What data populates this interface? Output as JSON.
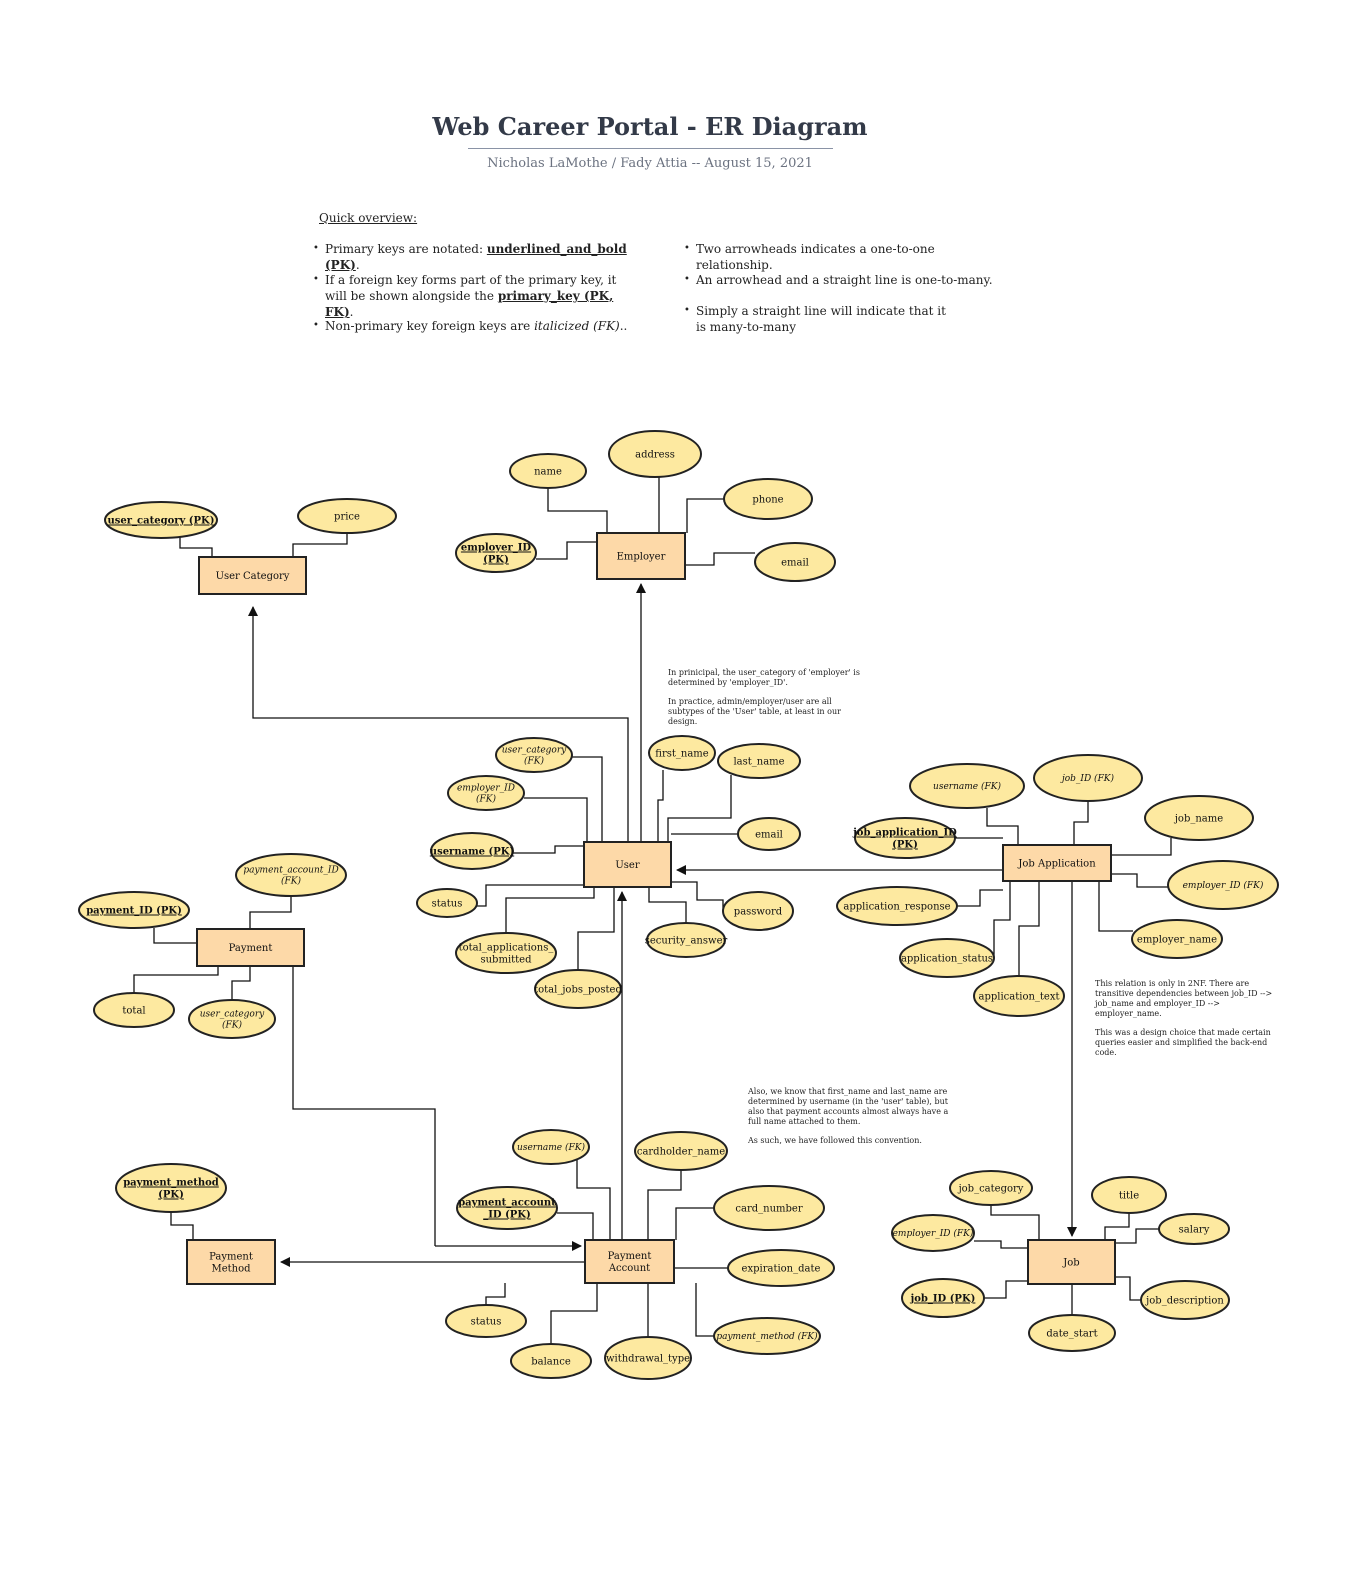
{
  "header": {
    "title": "Web Career Portal - ER Diagram",
    "subtitle": "Nicholas LaMothe / Fady Attia -- August 15, 2021"
  },
  "overview": {
    "heading": "Quick overview:",
    "left": [
      {
        "pre": "Primary keys are notated: ",
        "em": "underlined_and_bold (PK)",
        "post": "."
      },
      {
        "pre": "If a foreign key forms part of the primary key, it will be shown alongside the ",
        "em": "primary_key (PK, FK)",
        "post": "."
      },
      {
        "pre": "Non-primary key foreign keys are ",
        "em": "italicized (FK)",
        "post": ".."
      }
    ],
    "right": [
      "Two arrowheads indicates a one-to-one relationship.",
      "An arrowhead and a straight line is one-to-many.",
      "Simply a straight line will indicate that it is many-to-many"
    ]
  },
  "notes": {
    "employer": [
      "In prinicipal, the user_category of 'employer' is determined by 'employer_ID'.",
      "In practice, admin/employer/user are all subtypes of the 'User' table, at least in our design."
    ],
    "job_application": [
      "This relation is only in 2NF. There are transitive dependencies between job_ID --> job_name and employer_ID --> employer_name.",
      "This was a design choice that made certain queries easier and simplified the back-end code."
    ],
    "payment_account": [
      "Also, we know that first_name and last_name are determined by username (in the 'user' table), but also that payment accounts almost always have a full name attached to them.",
      "As such, we have followed this convention."
    ]
  },
  "colors": {
    "entity_fill": "#fdd9a8",
    "attribute_fill": "#fde9a0",
    "stroke": "#222222"
  },
  "entities": [
    {
      "id": "user_category",
      "label": "User  Category"
    },
    {
      "id": "employer",
      "label": "Employer"
    },
    {
      "id": "user",
      "label": "User"
    },
    {
      "id": "job_application",
      "label": "Job Application"
    },
    {
      "id": "payment",
      "label": "Payment"
    },
    {
      "id": "payment_method",
      "label": "Payment\nMethod"
    },
    {
      "id": "payment_account",
      "label": "Payment\nAccount"
    },
    {
      "id": "job",
      "label": "Job"
    }
  ],
  "attributes": [
    {
      "entity": "user_category",
      "label": "user_category (PK)",
      "kind": "pk"
    },
    {
      "entity": "user_category",
      "label": "price",
      "kind": "normal"
    },
    {
      "entity": "employer",
      "label": "name",
      "kind": "normal"
    },
    {
      "entity": "employer",
      "label": "address",
      "kind": "normal"
    },
    {
      "entity": "employer",
      "label": "phone",
      "kind": "normal"
    },
    {
      "entity": "employer",
      "label": "employer_ID\n(PK)",
      "kind": "pk"
    },
    {
      "entity": "employer",
      "label": "email",
      "kind": "normal"
    },
    {
      "entity": "user",
      "label": "user_category\n(FK)",
      "kind": "fk"
    },
    {
      "entity": "user",
      "label": "first_name",
      "kind": "normal"
    },
    {
      "entity": "user",
      "label": "last_name",
      "kind": "normal"
    },
    {
      "entity": "user",
      "label": "employer_ID\n(FK)",
      "kind": "fk"
    },
    {
      "entity": "user",
      "label": "email",
      "kind": "normal"
    },
    {
      "entity": "user",
      "label": "username (PK)",
      "kind": "pk"
    },
    {
      "entity": "user",
      "label": "status",
      "kind": "normal"
    },
    {
      "entity": "user",
      "label": "password",
      "kind": "normal"
    },
    {
      "entity": "user",
      "label": "security_answer",
      "kind": "normal"
    },
    {
      "entity": "user",
      "label": "total_applications_\nsubmitted",
      "kind": "normal"
    },
    {
      "entity": "user",
      "label": "total_jobs_posted",
      "kind": "normal"
    },
    {
      "entity": "job_application",
      "label": "username (FK)",
      "kind": "fk"
    },
    {
      "entity": "job_application",
      "label": "job_ID (FK)",
      "kind": "fk"
    },
    {
      "entity": "job_application",
      "label": "job_name",
      "kind": "normal"
    },
    {
      "entity": "job_application",
      "label": "job_application_ID\n(PK)",
      "kind": "pk"
    },
    {
      "entity": "job_application",
      "label": "employer_ID (FK)",
      "kind": "fk"
    },
    {
      "entity": "job_application",
      "label": "application_response",
      "kind": "normal"
    },
    {
      "entity": "job_application",
      "label": "employer_name",
      "kind": "normal"
    },
    {
      "entity": "job_application",
      "label": "application_status",
      "kind": "normal"
    },
    {
      "entity": "job_application",
      "label": "application_text",
      "kind": "normal"
    },
    {
      "entity": "payment",
      "label": "payment_account_ID\n(FK)",
      "kind": "fk"
    },
    {
      "entity": "payment",
      "label": "payment_ID (PK)",
      "kind": "pk"
    },
    {
      "entity": "payment",
      "label": "total",
      "kind": "normal"
    },
    {
      "entity": "payment",
      "label": "user_category\n(FK)",
      "kind": "fk"
    },
    {
      "entity": "payment_method",
      "label": "payment_method\n(PK)",
      "kind": "pk"
    },
    {
      "entity": "payment_account",
      "label": "username (FK)",
      "kind": "fk"
    },
    {
      "entity": "payment_account",
      "label": "cardholder_name",
      "kind": "normal"
    },
    {
      "entity": "payment_account",
      "label": "payment_account\n_ID (PK)",
      "kind": "pk"
    },
    {
      "entity": "payment_account",
      "label": "card_number",
      "kind": "normal"
    },
    {
      "entity": "payment_account",
      "label": "expiration_date",
      "kind": "normal"
    },
    {
      "entity": "payment_account",
      "label": "status",
      "kind": "normal"
    },
    {
      "entity": "payment_account",
      "label": "payment_method (FK)",
      "kind": "fk"
    },
    {
      "entity": "payment_account",
      "label": "balance",
      "kind": "normal"
    },
    {
      "entity": "payment_account",
      "label": "withdrawal_type",
      "kind": "normal"
    },
    {
      "entity": "job",
      "label": "job_category",
      "kind": "normal"
    },
    {
      "entity": "job",
      "label": "title",
      "kind": "normal"
    },
    {
      "entity": "job",
      "label": "employer_ID (FK)",
      "kind": "fk"
    },
    {
      "entity": "job",
      "label": "salary",
      "kind": "normal"
    },
    {
      "entity": "job",
      "label": "job_ID (PK)",
      "kind": "pk"
    },
    {
      "entity": "job",
      "label": "job_description",
      "kind": "normal"
    },
    {
      "entity": "job",
      "label": "date_start",
      "kind": "normal"
    }
  ]
}
